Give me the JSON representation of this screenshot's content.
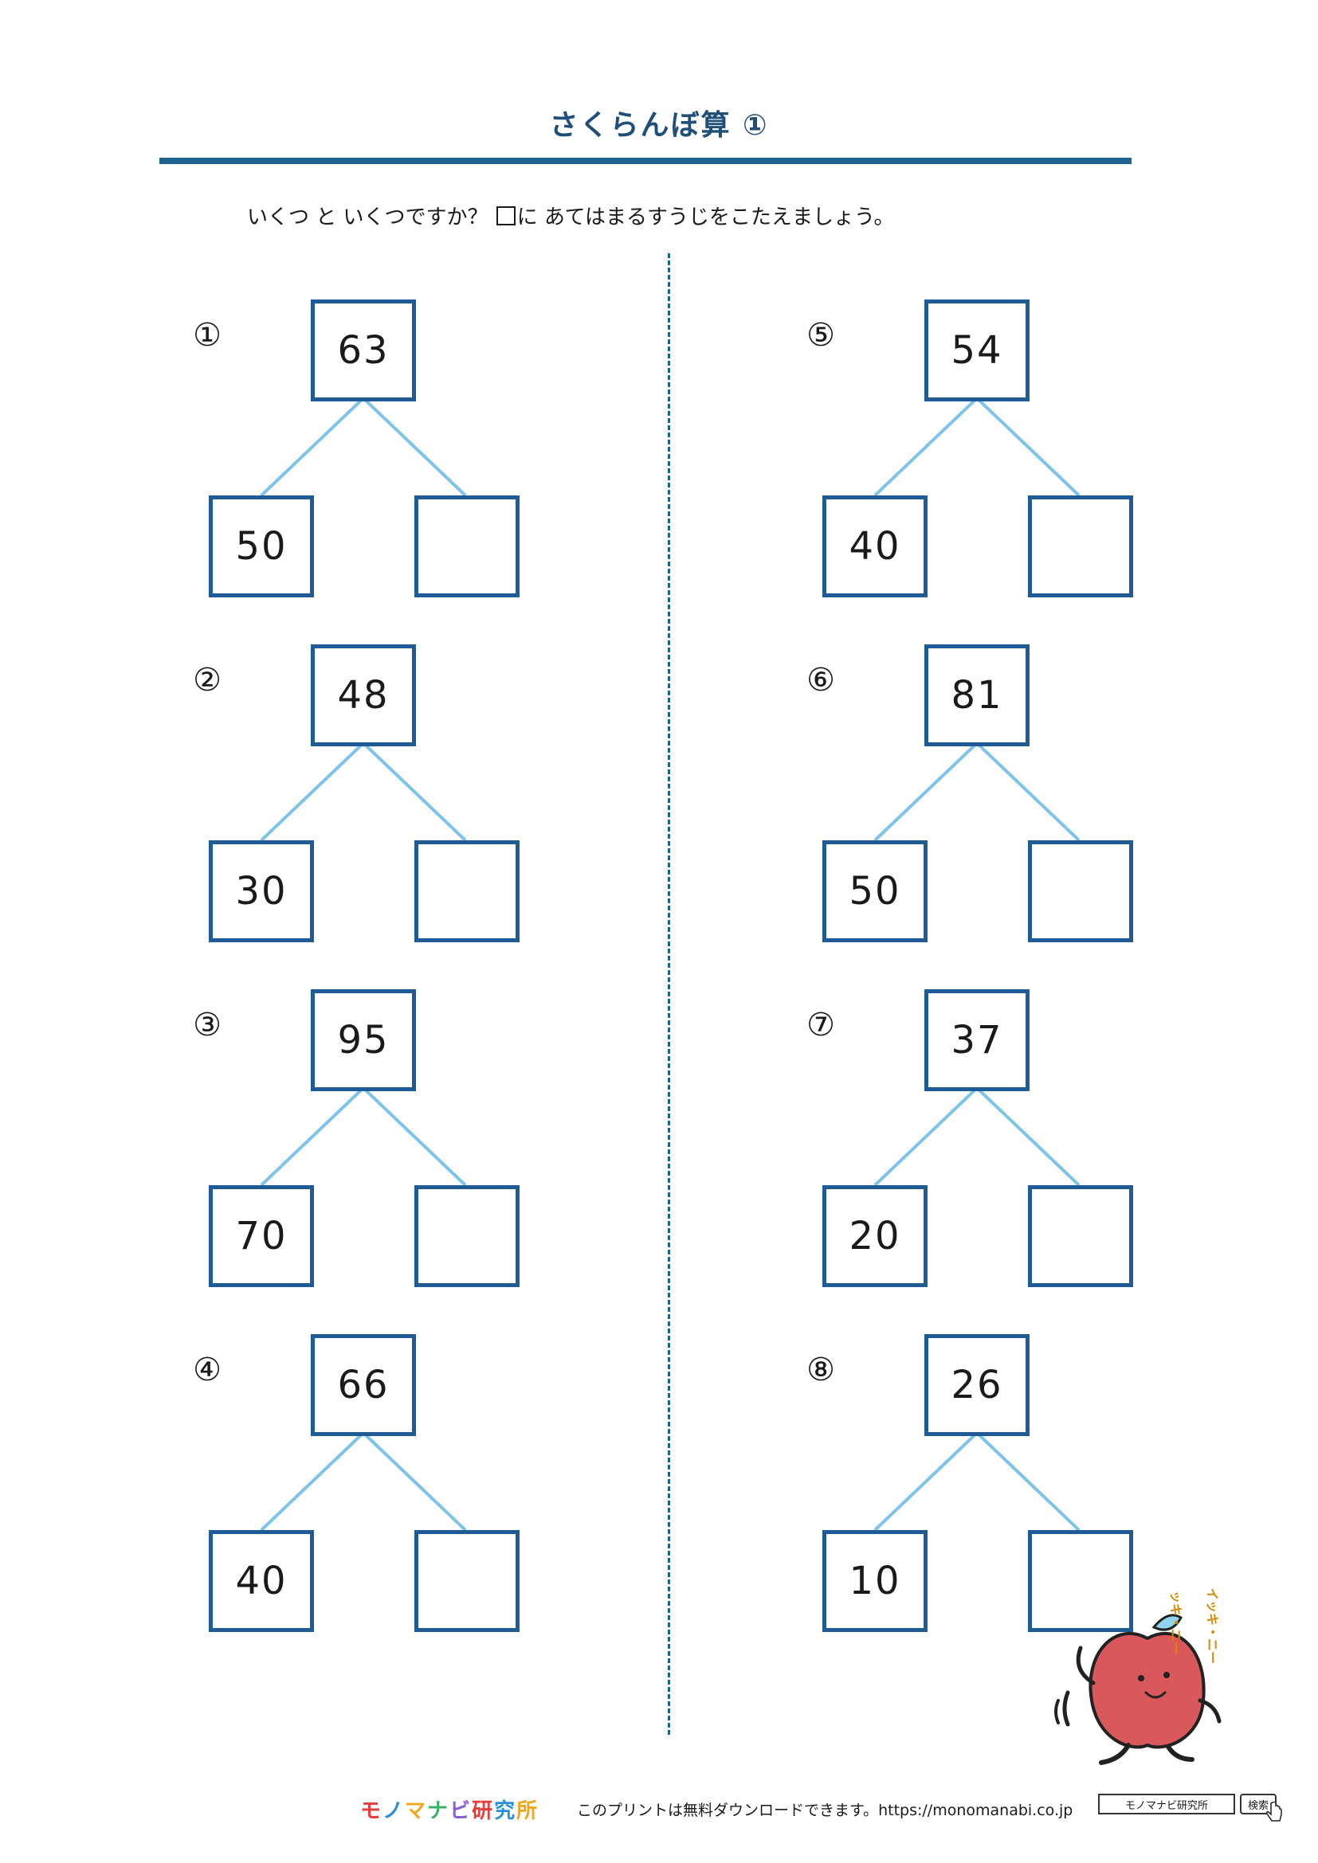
{
  "header": {
    "title": "さくらんぼ算 ①",
    "instruction_before": "いくつ と いくつですか？ ",
    "instruction_after": "に あてはまるすうじをこたえましょう。"
  },
  "problems": [
    {
      "label": "①",
      "top": "63",
      "left": "50",
      "right": ""
    },
    {
      "label": "②",
      "top": "48",
      "left": "30",
      "right": ""
    },
    {
      "label": "③",
      "top": "95",
      "left": "70",
      "right": ""
    },
    {
      "label": "④",
      "top": "66",
      "left": "40",
      "right": ""
    },
    {
      "label": "⑤",
      "top": "54",
      "left": "40",
      "right": ""
    },
    {
      "label": "⑥",
      "top": "81",
      "left": "50",
      "right": ""
    },
    {
      "label": "⑦",
      "top": "37",
      "left": "20",
      "right": ""
    },
    {
      "label": "⑧",
      "top": "26",
      "left": "10",
      "right": ""
    }
  ],
  "mascot": {
    "shout_1": "イッキ・ニー",
    "shout_2": "イッキ・ニー",
    "icon": "apple-mascot-icon"
  },
  "footer": {
    "logo": [
      "モ",
      "ノ",
      "マ",
      "ナ",
      "ビ",
      "研",
      "究",
      "所"
    ],
    "text": "このプリントは無料ダウンロードできます。https://monomanabi.co.jp",
    "search_box_text": "モノマナビ研究所",
    "search_button_label": "検索"
  },
  "colors": {
    "box_border": "#1f5b96",
    "branch": "#7ec3ea",
    "rule": "#1f6391",
    "title": "#1f4e79"
  }
}
